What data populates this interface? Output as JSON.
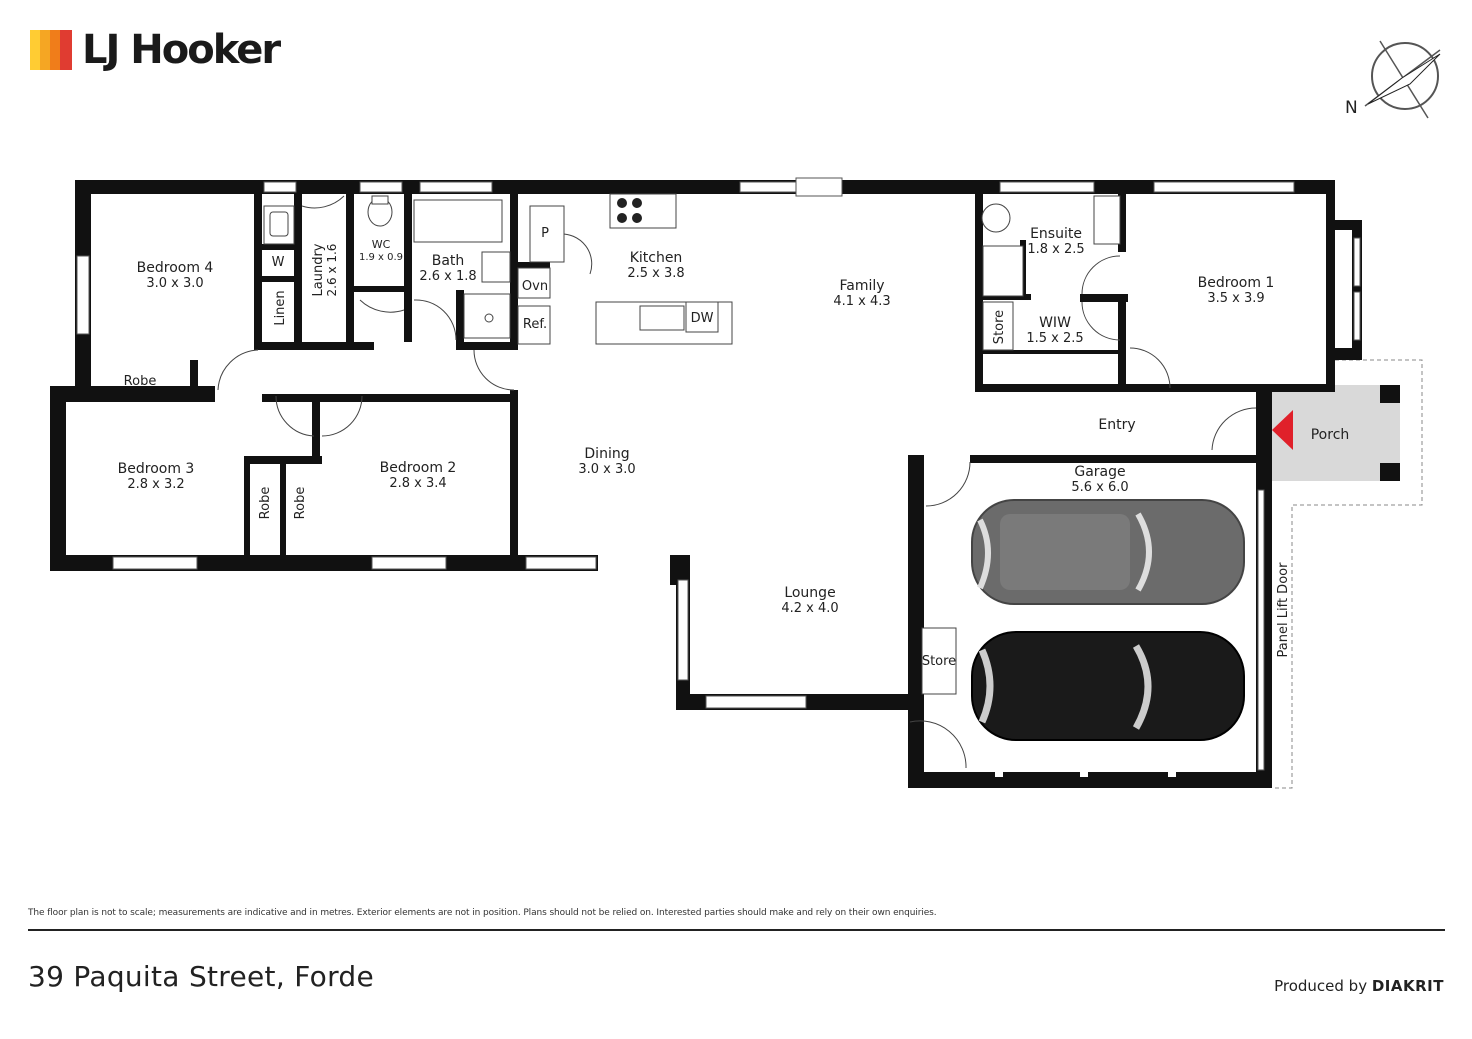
{
  "brand": {
    "name": "LJ Hooker",
    "colors": [
      "#f5a623",
      "#f07d1a",
      "#e03c31",
      "#ffcc33"
    ]
  },
  "compass": {
    "north_label": "N"
  },
  "rooms": [
    {
      "id": "bedroom-4",
      "name": "Bedroom 4",
      "size": "3.0 x 3.0"
    },
    {
      "id": "laundry",
      "name": "Laundry",
      "size": "2.6 x 1.6"
    },
    {
      "id": "wc",
      "name": "WC",
      "size": "1.9 x 0.9"
    },
    {
      "id": "bath",
      "name": "Bath",
      "size": "2.6 x 1.8"
    },
    {
      "id": "kitchen",
      "name": "Kitchen",
      "size": "2.5 x 3.8"
    },
    {
      "id": "family",
      "name": "Family",
      "size": "4.1 x 4.3"
    },
    {
      "id": "ensuite",
      "name": "Ensuite",
      "size": "1.8 x 2.5"
    },
    {
      "id": "bedroom-1",
      "name": "Bedroom 1",
      "size": "3.5 x 3.9"
    },
    {
      "id": "wiw",
      "name": "WIW",
      "size": "1.5 x 2.5"
    },
    {
      "id": "bedroom-3",
      "name": "Bedroom 3",
      "size": "2.8 x 3.2"
    },
    {
      "id": "bedroom-2",
      "name": "Bedroom 2",
      "size": "2.8 x 3.4"
    },
    {
      "id": "dining",
      "name": "Dining",
      "size": "3.0 x 3.0"
    },
    {
      "id": "lounge",
      "name": "Lounge",
      "size": "4.2 x 4.0"
    },
    {
      "id": "garage",
      "name": "Garage",
      "size": "5.6 x 6.0"
    }
  ],
  "small_labels": {
    "w": "W",
    "linen": "Linen",
    "pantry": "P",
    "oven": "Ovn",
    "fridge": "Ref.",
    "dishwasher": "DW",
    "robe_bed4": "Robe",
    "robe_bed3": "Robe",
    "robe_bed2": "Robe",
    "store_ensuite": "Store",
    "store_garage": "Store",
    "entry": "Entry",
    "porch": "Porch",
    "panel_lift_door": "Panel Lift Door"
  },
  "colors": {
    "wall": "#111111",
    "porch_fill": "#d9d9d9",
    "entry_arrow": "#e0202a",
    "car_light": "#6b6b6b",
    "car_dark": "#1a1a1a"
  },
  "footer": {
    "disclaimer": "The floor plan is not to scale; measurements are indicative and in metres. Exterior elements are not in position. Plans should not be relied on. Interested parties should make and rely on their own enquiries.",
    "address": "39 Paquita Street, Forde",
    "produced_prefix": "Produced by",
    "produced_brand": "DIAKRIT"
  }
}
